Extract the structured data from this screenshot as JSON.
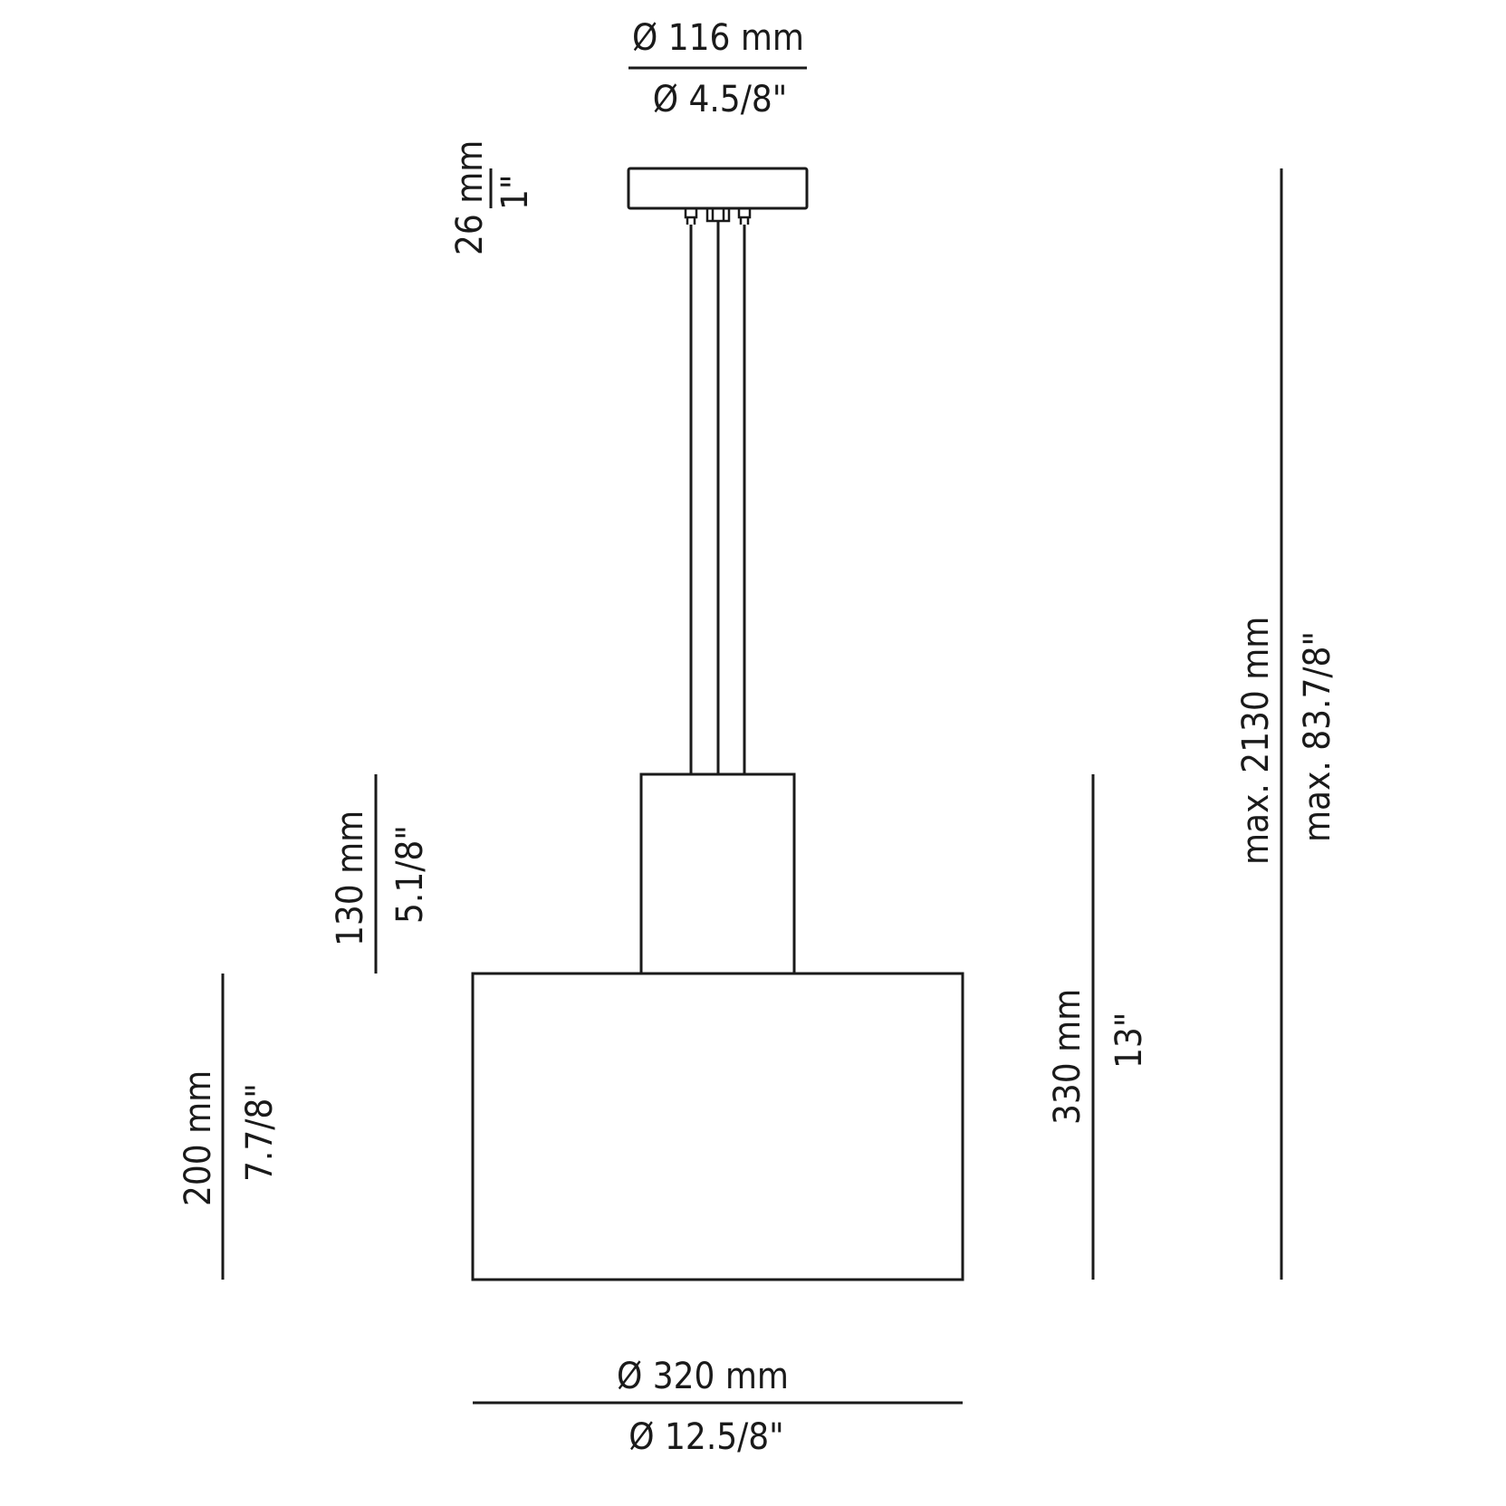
{
  "diagram": {
    "title": "Pendant lamp dimensions",
    "line_color": "#1a1a1a",
    "background": "#ffffff"
  },
  "dimensions": {
    "canopy_diameter": {
      "metric": "Ø  116 mm",
      "imperial": "Ø  4.5/8\""
    },
    "canopy_height": {
      "metric": "26 mm",
      "imperial": "1\""
    },
    "upper_body_height": {
      "metric": "130 mm",
      "imperial": "5.1/8\""
    },
    "shade_height": {
      "metric": "200 mm",
      "imperial": "7.7/8\""
    },
    "total_lamp_height": {
      "metric": "330 mm",
      "imperial": "13\""
    },
    "max_overall_height": {
      "metric": "max. 2130 mm",
      "imperial": "max. 83.7/8\""
    },
    "shade_diameter": {
      "metric": "Ø  320 mm",
      "imperial": "Ø  12.5/8\""
    }
  }
}
